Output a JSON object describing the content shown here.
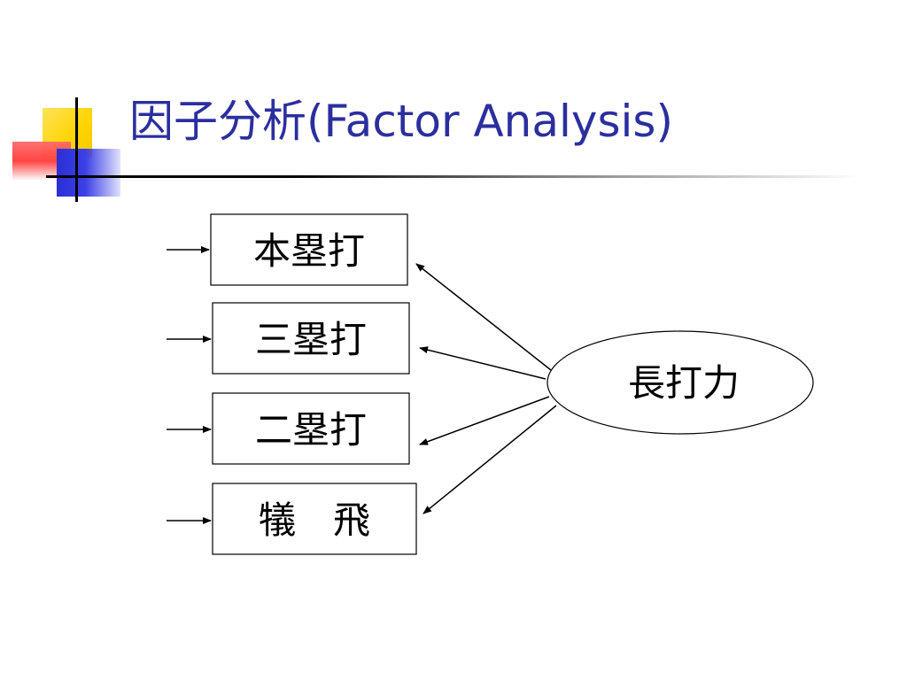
{
  "slide": {
    "title": "因子分析(Factor Analysis)"
  },
  "diagram": {
    "observed_variables": [
      {
        "label": "本塁打"
      },
      {
        "label": "三塁打"
      },
      {
        "label": "二塁打"
      },
      {
        "label": "犠　飛"
      }
    ],
    "latent_factor": {
      "label": "長打力"
    }
  }
}
